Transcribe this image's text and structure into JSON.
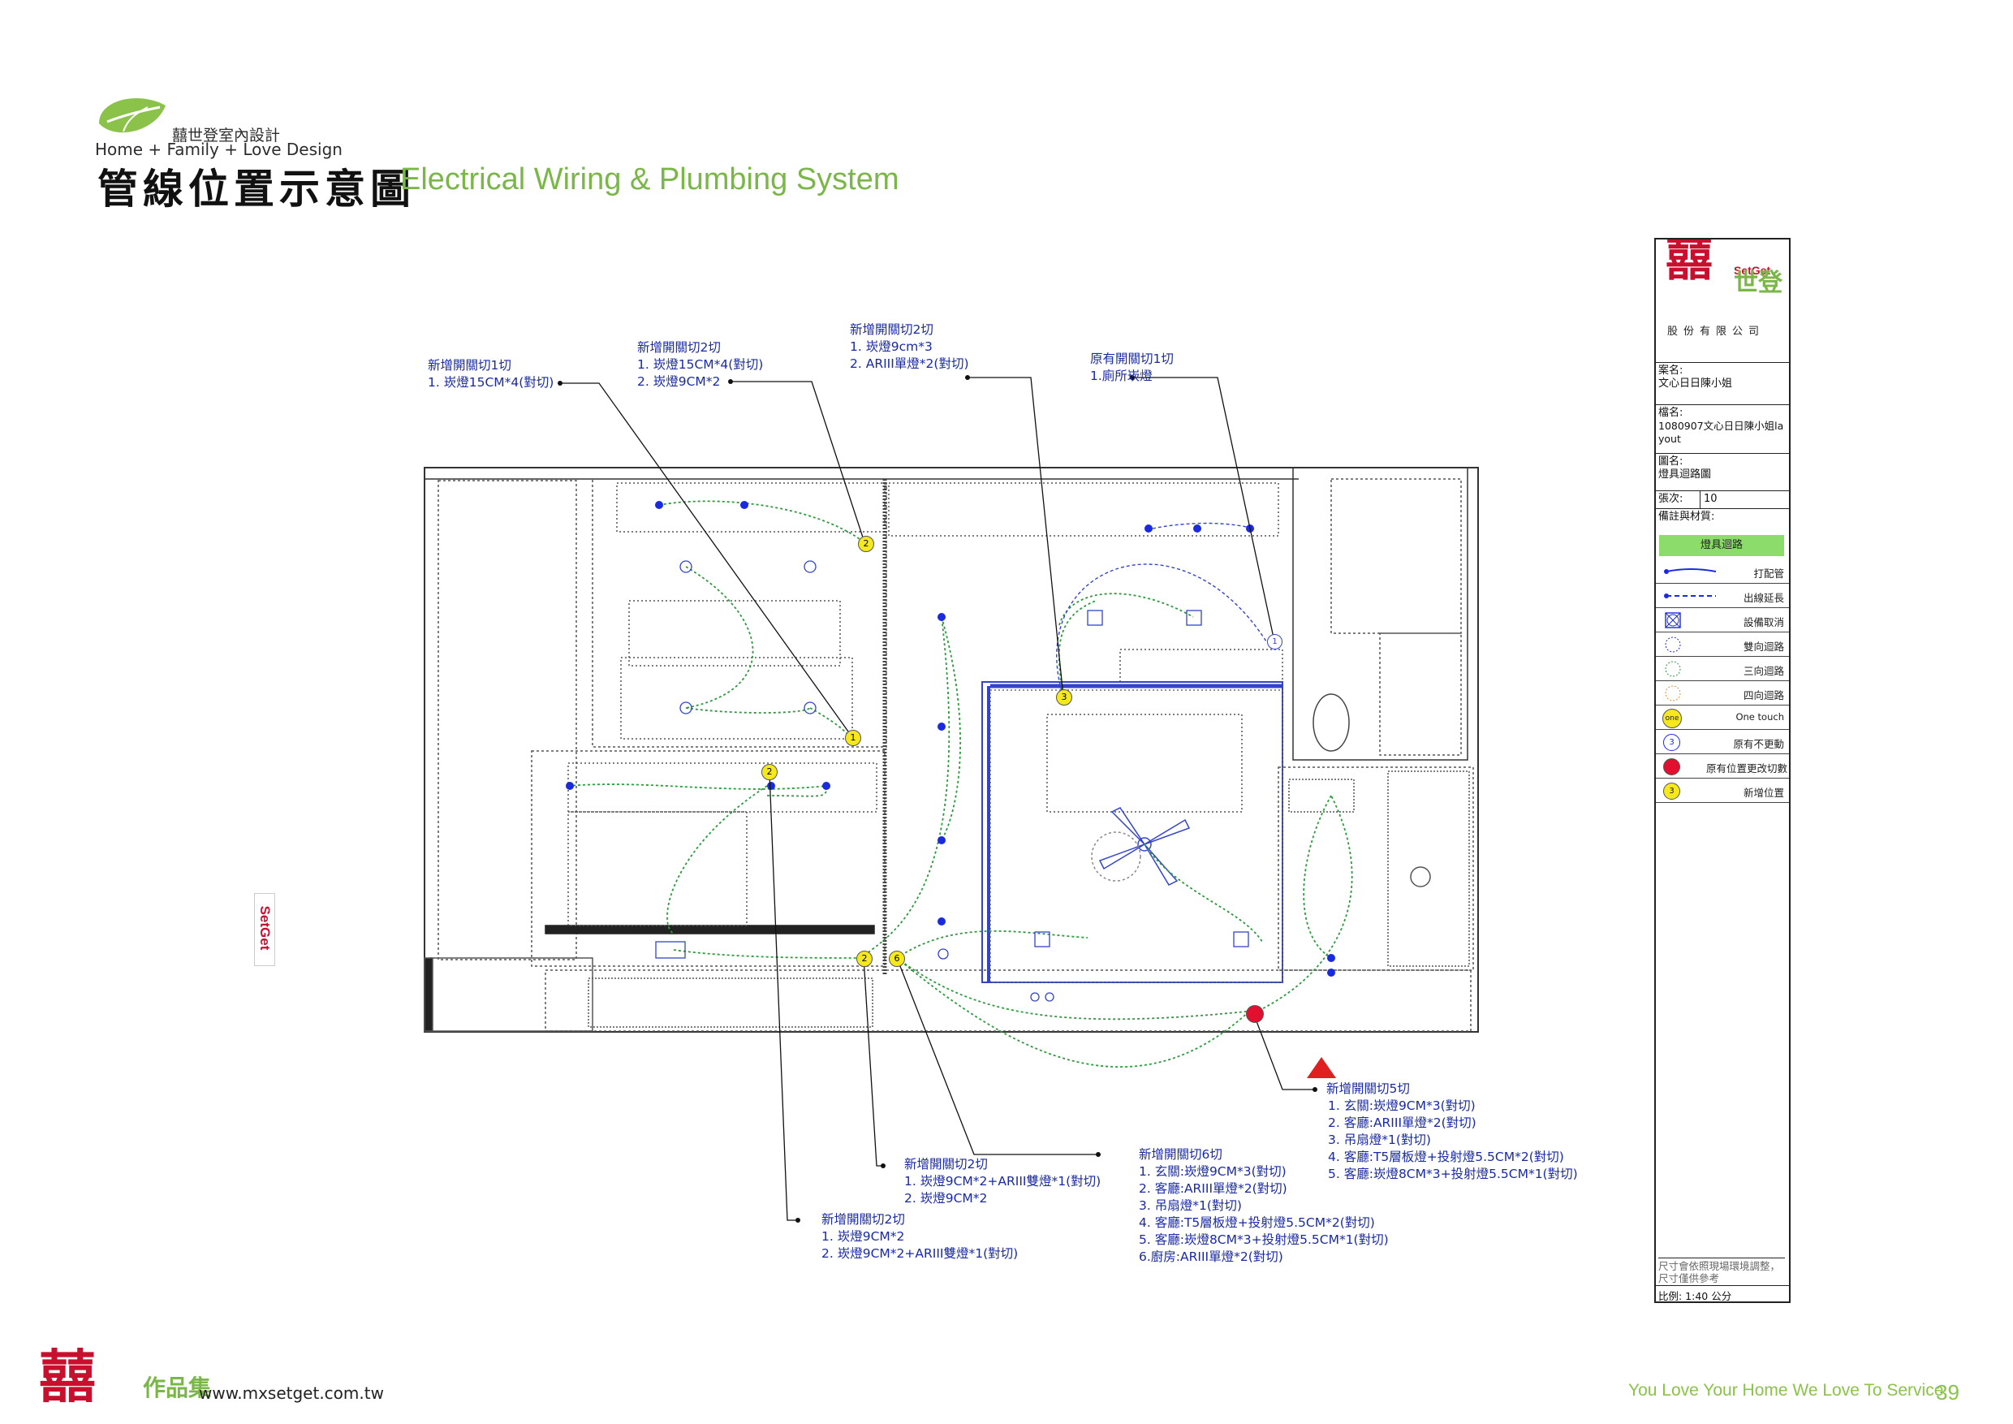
{
  "header": {
    "company_zh": "囍世登室內設計",
    "slogan": "Home + Family + Love Design",
    "title_zh": "管線位置示意圖",
    "title_en": "Electrical Wiring & Plumbing System"
  },
  "side_logo_text": "SetGet",
  "notes": {
    "n1": {
      "title": "新增開關切1切",
      "lines": [
        "1. 崁燈15CM*4(對切)"
      ]
    },
    "n2": {
      "title": "新增開關切2切",
      "lines": [
        "1. 崁燈15CM*4(對切)",
        "2. 崁燈9CM*2"
      ]
    },
    "n3": {
      "title": "新增開關切2切",
      "lines": [
        "1. 崁燈9cm*3",
        "2. ARIII單燈*2(對切)"
      ]
    },
    "n4": {
      "title": "原有開關切1切",
      "lines": [
        "1.廁所崁燈"
      ]
    },
    "n5": {
      "title": "新增開關切5切",
      "lines": [
        "1. 玄關:崁燈9CM*3(對切)",
        "2. 客廳:ARIII單燈*2(對切)",
        "3. 吊扇燈*1(對切)",
        "4. 客廳:T5層板燈+投射燈5.5CM*2(對切)",
        "5. 客廳:崁燈8CM*3+投射燈5.5CM*1(對切)"
      ]
    },
    "n6": {
      "title": "新增開關切6切",
      "lines": [
        "1. 玄關:崁燈9CM*3(對切)",
        "2. 客廳:ARIII單燈*2(對切)",
        "3. 吊扇燈*1(對切)",
        "4. 客廳:T5層板燈+投射燈5.5CM*2(對切)",
        "5. 客廳:崁燈8CM*3+投射燈5.5CM*1(對切)",
        "6.廚房:ARIII單燈*2(對切)"
      ]
    },
    "n7": {
      "title": "新增開關切2切",
      "lines": [
        "1. 崁燈9CM*2+ARIII雙燈*1(對切)",
        "2. 崁燈9CM*2"
      ]
    },
    "n8": {
      "title": "新增開關切2切",
      "lines": [
        "1. 崁燈9CM*2",
        "2. 崁燈9CM*2+ARIII雙燈*1(對切)"
      ]
    }
  },
  "markers": {
    "m1": "1",
    "m2": "2",
    "m3": "3",
    "m1b": "1",
    "m2b": "2",
    "m2c": "2",
    "m6": "6"
  },
  "title_block": {
    "logo_en": "SetGet",
    "logo_zh": "世登",
    "logo_sub": "股份有限公司",
    "case_label": "案名:",
    "case_value": "文心日日陳小姐",
    "file_label": "檔名:",
    "file_value": "1080907文心日日陳小姐layout",
    "drawing_label": "圖名:",
    "drawing_value": "燈具迴路圖",
    "sheet_label": "張次:",
    "sheet_value": "10",
    "remark_label": "備註與材質:",
    "legend_header": "燈具迴路",
    "legend": [
      {
        "label": "打配管",
        "icon": "solid-line-icon"
      },
      {
        "label": "出線延長",
        "icon": "dashed-line-icon"
      },
      {
        "label": "設備取消",
        "icon": "cancel-box-icon"
      },
      {
        "label": "雙向迴路",
        "icon": "blue-circle-icon"
      },
      {
        "label": "三向迴路",
        "icon": "green-circle-icon"
      },
      {
        "label": "四向迴路",
        "icon": "orange-circle-icon"
      },
      {
        "label": "One touch",
        "icon": "one-touch-icon"
      },
      {
        "label": "原有不更動",
        "icon": "existing-icon"
      },
      {
        "label": "原有位置更改切數",
        "icon": "red-dot-icon"
      },
      {
        "label": "新增位置",
        "icon": "yellow-dot-icon"
      }
    ],
    "onetouch_text": "one",
    "existing_num": "3",
    "new_num": "3",
    "disclaimer": "尺寸會依照現場環境調整，尺寸僅供參考",
    "scale": "比例: 1:40 公分"
  },
  "footer": {
    "logo_text": "作品集",
    "website": "www.mxsetget.com.tw",
    "slogan": "You Love Your Home We Love To Service",
    "page_number": "39"
  },
  "colors": {
    "green": "#7ab648",
    "blue": "#1a2aa6",
    "red": "#c8102e",
    "yellow": "#f5e81c",
    "wire": "#2e9a3e"
  }
}
